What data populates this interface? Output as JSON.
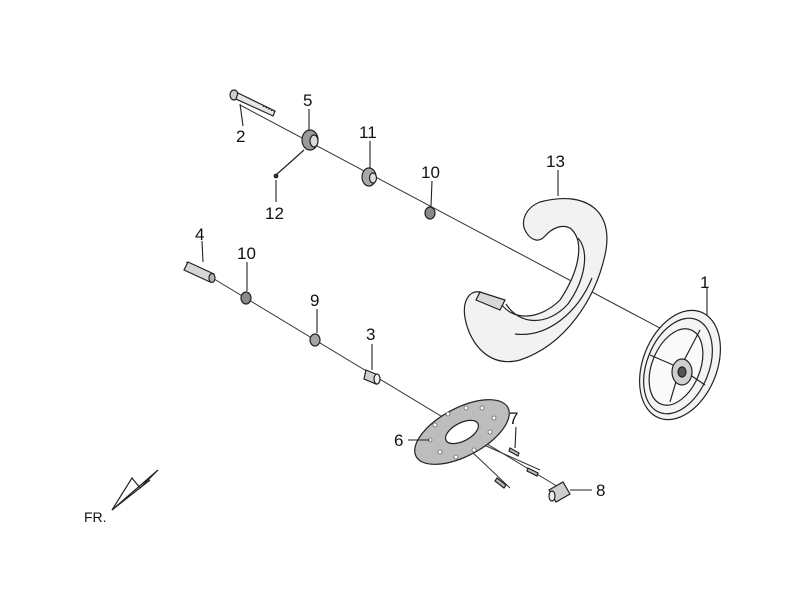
{
  "labels": {
    "p1": "1",
    "p2": "2",
    "p3": "3",
    "p4": "4",
    "p5": "5",
    "p6": "6",
    "p7": "7",
    "p8": "8",
    "p9": "9",
    "p10a": "10",
    "p10b": "10",
    "p11": "11",
    "p12": "12",
    "p13": "13"
  },
  "direction": {
    "label": "FR."
  }
}
